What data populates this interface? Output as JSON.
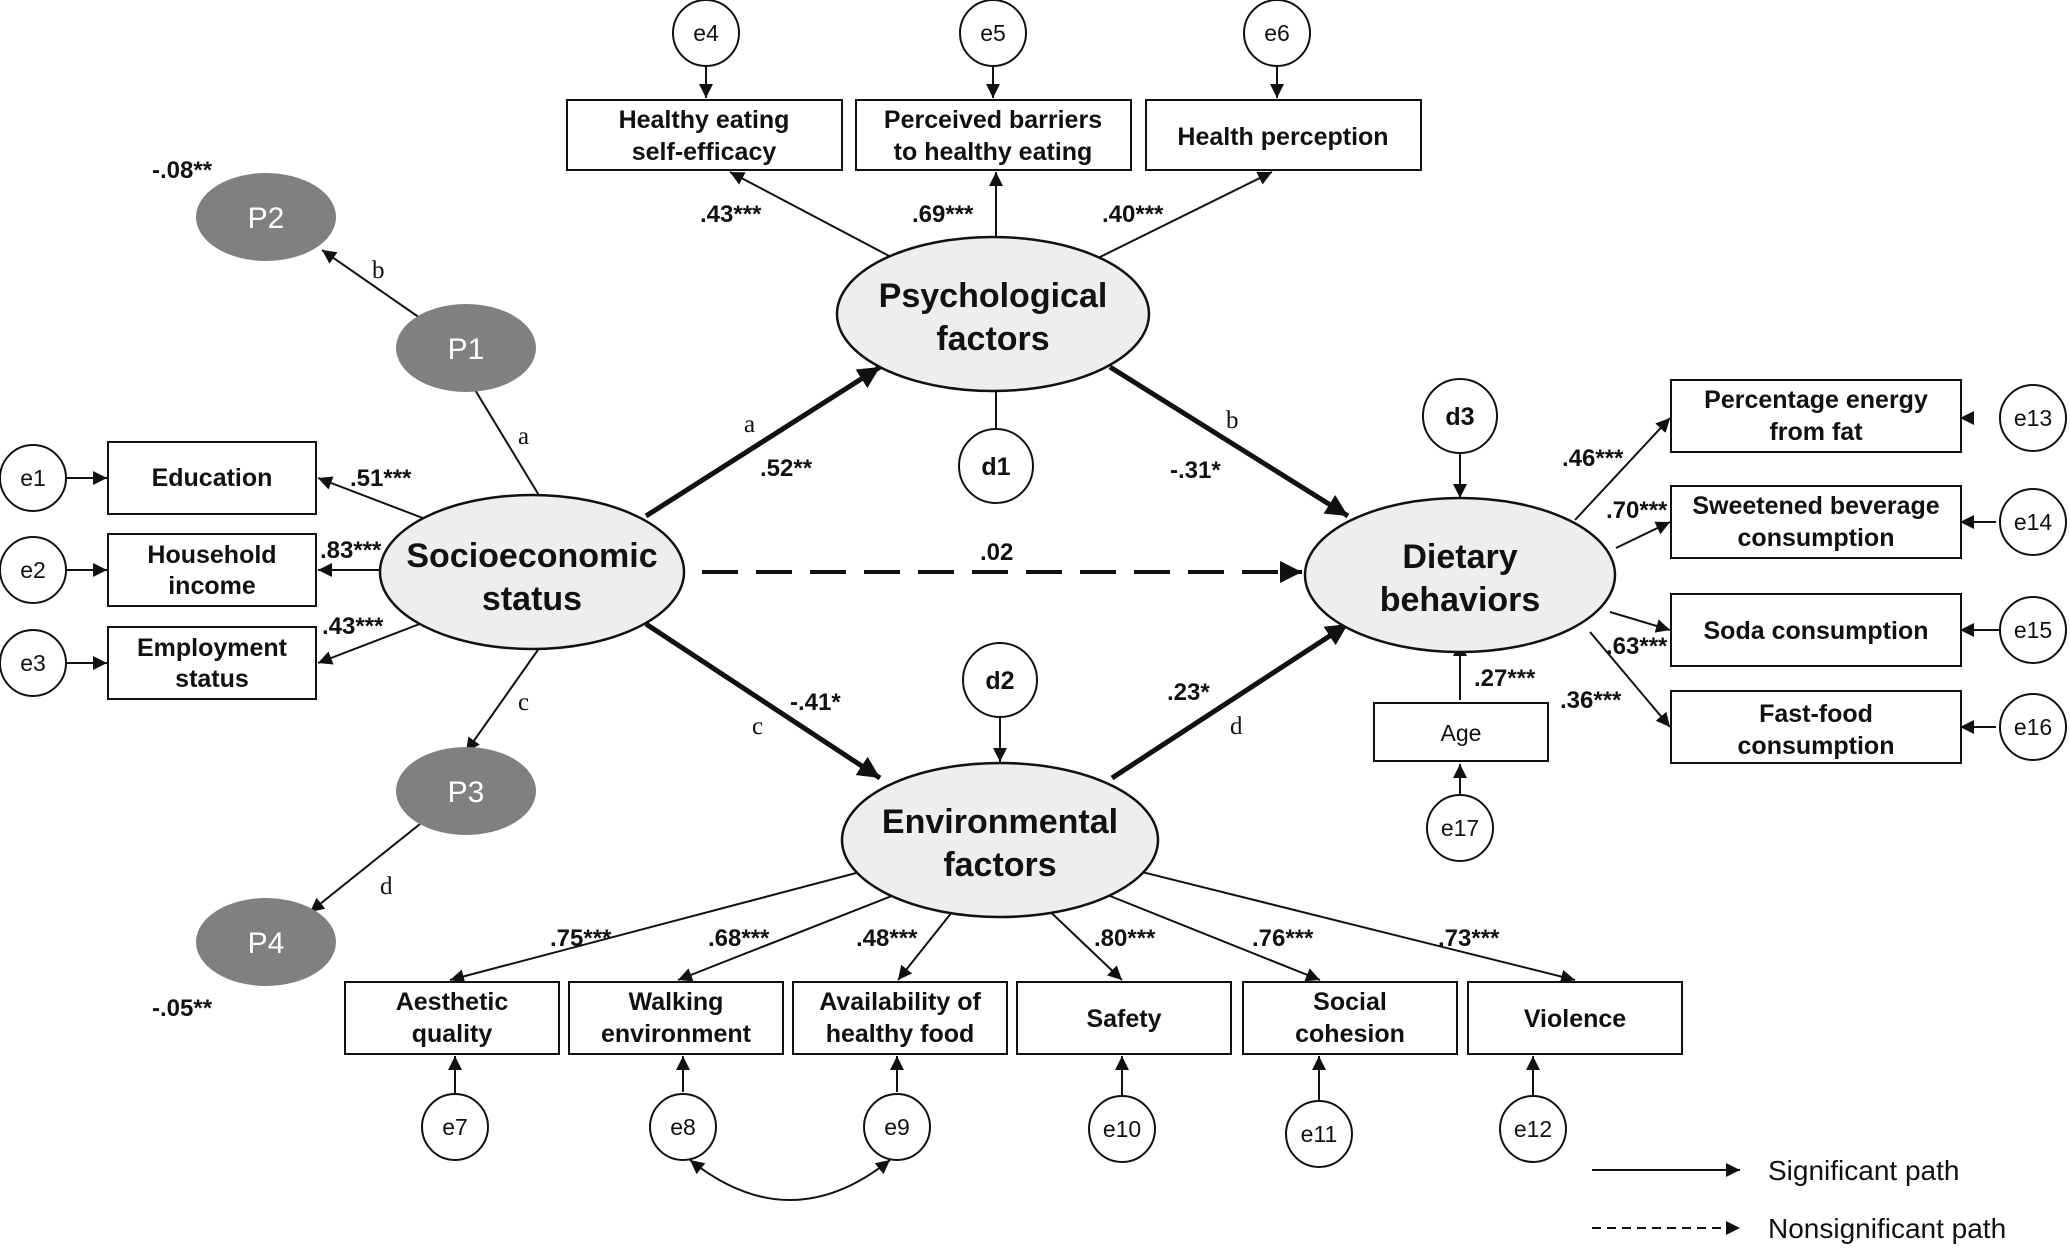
{
  "latent": {
    "ses": [
      "Socioeconomic",
      "status"
    ],
    "psych": [
      "Psychological",
      "factors"
    ],
    "env": [
      "Environmental",
      "factors"
    ],
    "diet": [
      "Dietary",
      "behaviors"
    ]
  },
  "indicators": {
    "education": "Education",
    "household_income": [
      "Household",
      "income"
    ],
    "employment": [
      "Employment",
      "status"
    ],
    "self_efficacy": [
      "Healthy eating",
      "self-efficacy"
    ],
    "barriers": [
      "Perceived barriers",
      "to healthy eating"
    ],
    "health_perception": "Health perception",
    "energy_fat": [
      "Percentage energy",
      "from fat"
    ],
    "sweetened": [
      "Sweetened beverage",
      "consumption"
    ],
    "soda": "Soda consumption",
    "fast_food": [
      "Fast-food",
      "consumption"
    ],
    "aesthetic": [
      "Aesthetic",
      "quality"
    ],
    "walking": [
      "Walking",
      "environment"
    ],
    "availability": [
      "Availability of",
      "healthy food"
    ],
    "safety": "Safety",
    "social": [
      "Social",
      "cohesion"
    ],
    "violence": "Violence",
    "age": "Age"
  },
  "paths": {
    "P1": "P1",
    "P2": "P2",
    "P3": "P3",
    "P4": "P4",
    "P2_value": "-.08**",
    "P4_value": "-.05**"
  },
  "residuals": {
    "e1": "e1",
    "e2": "e2",
    "e3": "e3",
    "e4": "e4",
    "e5": "e5",
    "e6": "e6",
    "e7": "e7",
    "e8": "e8",
    "e9": "e9",
    "e10": "e10",
    "e11": "e11",
    "e12": "e12",
    "e13": "e13",
    "e14": "e14",
    "e15": "e15",
    "e16": "e16",
    "e17": "e17",
    "d1": "d1",
    "d2": "d2",
    "d3": "d3"
  },
  "coefficients": {
    "education": ".51***",
    "household_income": ".83***",
    "employment": ".43***",
    "self_efficacy": ".43***",
    "barriers": ".69***",
    "health_perception": ".40***",
    "ses_psych": ".52**",
    "psych_diet": "-.31*",
    "ses_diet": ".02",
    "ses_env": "-.41*",
    "env_diet": ".23*",
    "energy_fat": ".46***",
    "sweetened": ".70***",
    "soda": ".63***",
    "fast_food": ".36***",
    "age": ".27***",
    "aesthetic": ".75***",
    "walking": ".68***",
    "availability": ".48***",
    "safety": ".80***",
    "social": ".76***",
    "violence": ".73***"
  },
  "path_letters": {
    "a": "a",
    "b": "b",
    "c": "c",
    "d": "d"
  },
  "legend": {
    "significant": "Significant path",
    "nonsignificant": "Nonsignificant path"
  }
}
